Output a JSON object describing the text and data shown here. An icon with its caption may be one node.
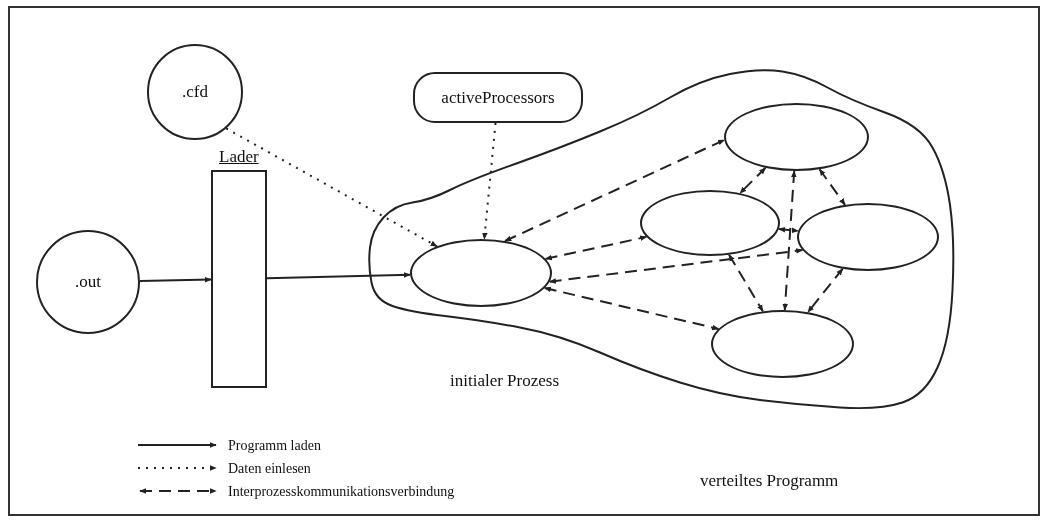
{
  "diagram": {
    "nodes": [
      {
        "text": [
          ".out"
        ]
      },
      {
        "text": [],
        "shape": "bar",
        "beside": [
          "Lader"
        ]
      },
      {
        "text": [
          ".cfd"
        ]
      },
      {
        "text": [
          "activeProcessors"
        ]
      },
      {
        "text": [],
        "shape": "cloud",
        "beside": [
          "verteiltes Programm"
        ]
      },
      {
        "text": [],
        "shape": "ellipse",
        "in": 4,
        "beside": [
          "initialer Prozess"
        ]
      },
      {
        "text": [],
        "shape": "ellipse",
        "in": 4
      },
      {
        "text": [],
        "shape": "ellipse",
        "in": 4
      },
      {
        "text": [],
        "shape": "ellipse",
        "in": 4
      },
      {
        "text": [],
        "shape": "ellipse",
        "in": 4
      }
    ],
    "edges": [
      {
        "from": 0,
        "to": 1,
        "arrow": "to"
      },
      {
        "from": 1,
        "to": 5,
        "arrow": "to"
      },
      {
        "from": 2,
        "to": 5,
        "arrow": "to",
        "style": "dashed"
      },
      {
        "from": 3,
        "to": 5,
        "arrow": "to",
        "style": "dashed"
      },
      {
        "from": 5,
        "to": 6,
        "arrow": "both",
        "style": "dashed"
      },
      {
        "from": 5,
        "to": 7,
        "arrow": "both",
        "style": "dashed"
      },
      {
        "from": 5,
        "to": 8,
        "arrow": "both",
        "style": "dashed"
      },
      {
        "from": 5,
        "to": 9,
        "arrow": "both",
        "style": "dashed"
      },
      {
        "from": 6,
        "to": 7,
        "arrow": "both",
        "style": "dashed"
      },
      {
        "from": 6,
        "to": 8,
        "arrow": "both",
        "style": "dashed"
      },
      {
        "from": 6,
        "to": 9,
        "arrow": "both",
        "style": "dashed"
      },
      {
        "from": 7,
        "to": 8,
        "arrow": "both",
        "style": "dashed"
      },
      {
        "from": 7,
        "to": 9,
        "arrow": "both",
        "style": "dashed"
      },
      {
        "from": 8,
        "to": 9,
        "arrow": "both",
        "style": "dashed"
      }
    ],
    "legend": [
      {
        "text": "Programm laden"
      },
      {
        "text": "Daten einlesen"
      },
      {
        "text": "Interprozesskommunikationsverbindung"
      }
    ]
  }
}
